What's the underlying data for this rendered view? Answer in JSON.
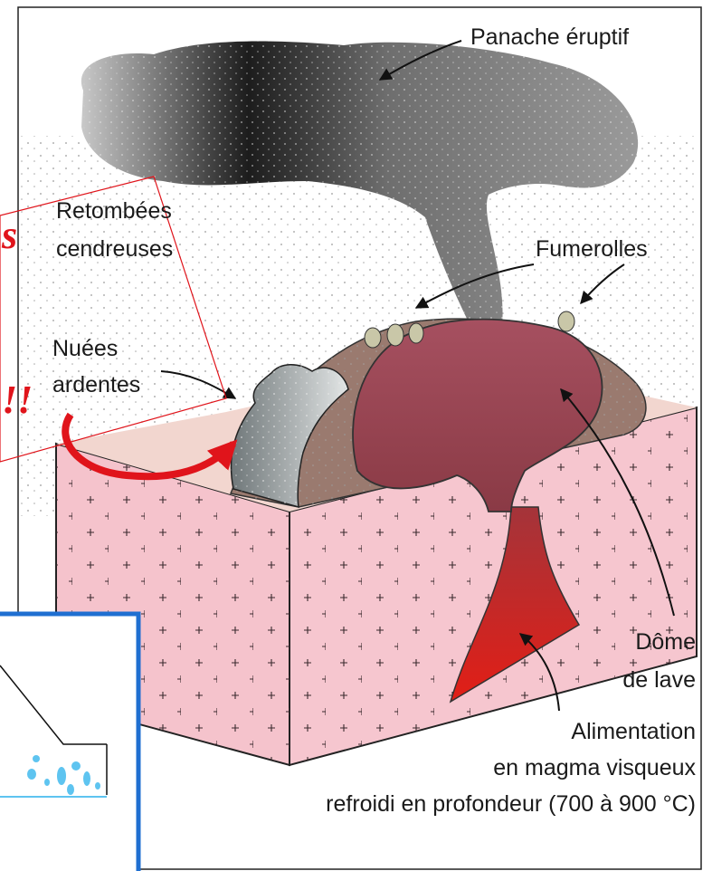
{
  "labels": {
    "panache": "Panache éruptif",
    "retombees_1": "Retombées",
    "retombees_2": "cendreuses",
    "fumerolles": "Fumerolles",
    "nuees_1": "Nuées",
    "nuees_2": "ardentes",
    "dome_1": "Dôme",
    "dome_2": "de lave",
    "alim_1": "Alimentation",
    "alim_2": "en magma visqueux",
    "alim_3": "refroidi en profondeur (700 à 900 °C)"
  },
  "annotation": {
    "fragment_top": "s",
    "fragment_bottom": "!!"
  },
  "colors": {
    "crust_pink": "#f4c6cf",
    "dome": "#9b4451",
    "conduit": "#d42a1f",
    "ash_cloud": "#4a4a4a",
    "annotation_red": "#e0141b",
    "inset_blue": "#1f6fd1",
    "bubble_blue": "#5ec4f0"
  }
}
